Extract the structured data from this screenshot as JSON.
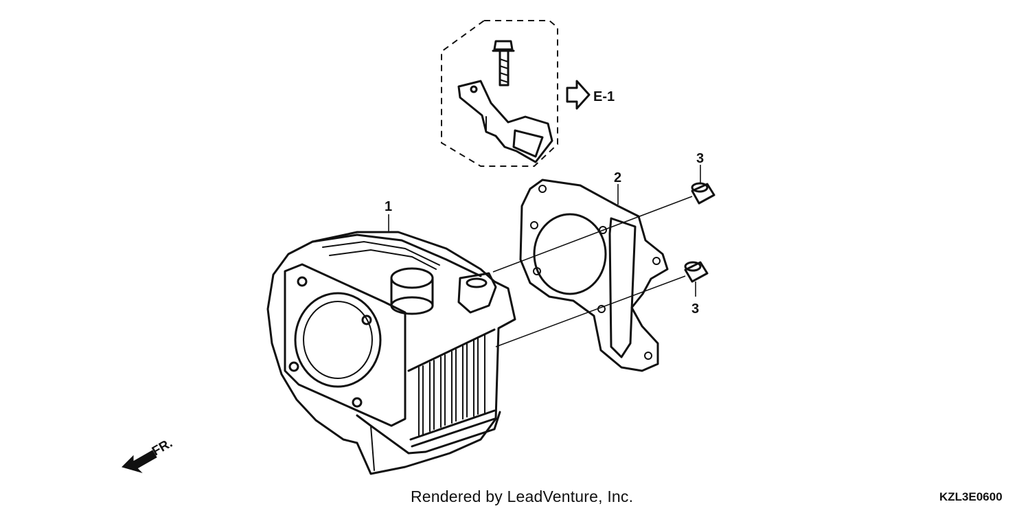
{
  "callouts": {
    "cylinder": "1",
    "gasket": "2",
    "dowel_upper": "3",
    "dowel_lower": "3"
  },
  "reference_arrow": "E-1",
  "front_indicator": "FR.",
  "credit": "Rendered by LeadVenture, Inc.",
  "diagram_code": "KZL3E0600"
}
